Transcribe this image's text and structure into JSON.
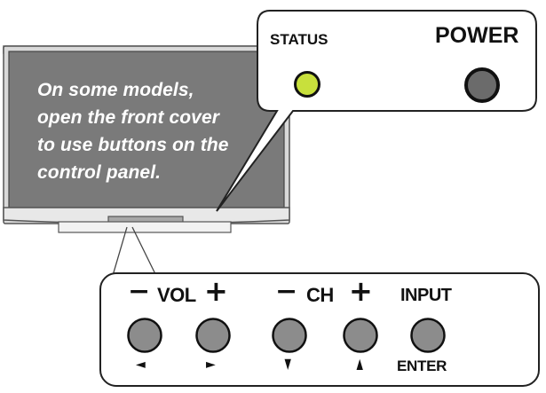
{
  "tv": {
    "note_lines": [
      "On some models,",
      "open the front cover",
      "to use buttons on the",
      "control panel."
    ]
  },
  "status_panel": {
    "status_label": "STATUS",
    "power_label": "POWER",
    "status_led_color": "#c8e03c",
    "power_button_color": "#6b6b6b"
  },
  "control_panel": {
    "vol_label": "VOL",
    "ch_label": "CH",
    "input_label": "INPUT",
    "enter_label": "ENTER",
    "minus_symbol": "−",
    "plus_symbol": "+",
    "arrow_left": "◄",
    "arrow_right": "►",
    "arrow_down": "▼",
    "arrow_up": "▲",
    "button_color": "#8c8c8c"
  }
}
